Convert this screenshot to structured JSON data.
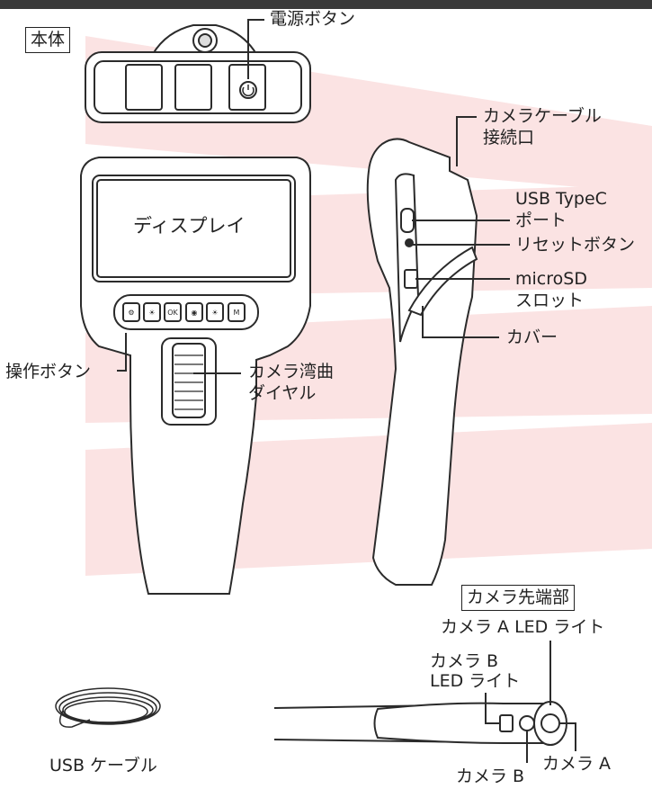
{
  "section_main": "本体",
  "section_tip": "カメラ先端部",
  "labels": {
    "power_button": "電源ボタン",
    "display": "ディスプレイ",
    "operation_buttons": "操作ボタン",
    "bend_dial_line1": "カメラ湾曲",
    "bend_dial_line2": "ダイヤル",
    "cable_port_line1": "カメラケーブル",
    "cable_port_line2": "接続口",
    "usb_line1": "USB TypeC",
    "usb_line2": "ポート",
    "reset": "リセットボタン",
    "sd_line1": "microSD",
    "sd_line2": "スロット",
    "cover": "カバー",
    "cam_a_led": "カメラ A LED ライト",
    "cam_b_led_line1": "カメラ B",
    "cam_b_led_line2": "LED ライト",
    "cam_a": "カメラ A",
    "cam_b": "カメラ B",
    "usb_cable": "USB ケーブル"
  },
  "button_icons": [
    "⚙",
    "☀",
    "OK",
    "◉",
    "☀",
    "M"
  ],
  "colors": {
    "accent_band": "#fbe3e3",
    "outline": "#2b2b2b"
  }
}
